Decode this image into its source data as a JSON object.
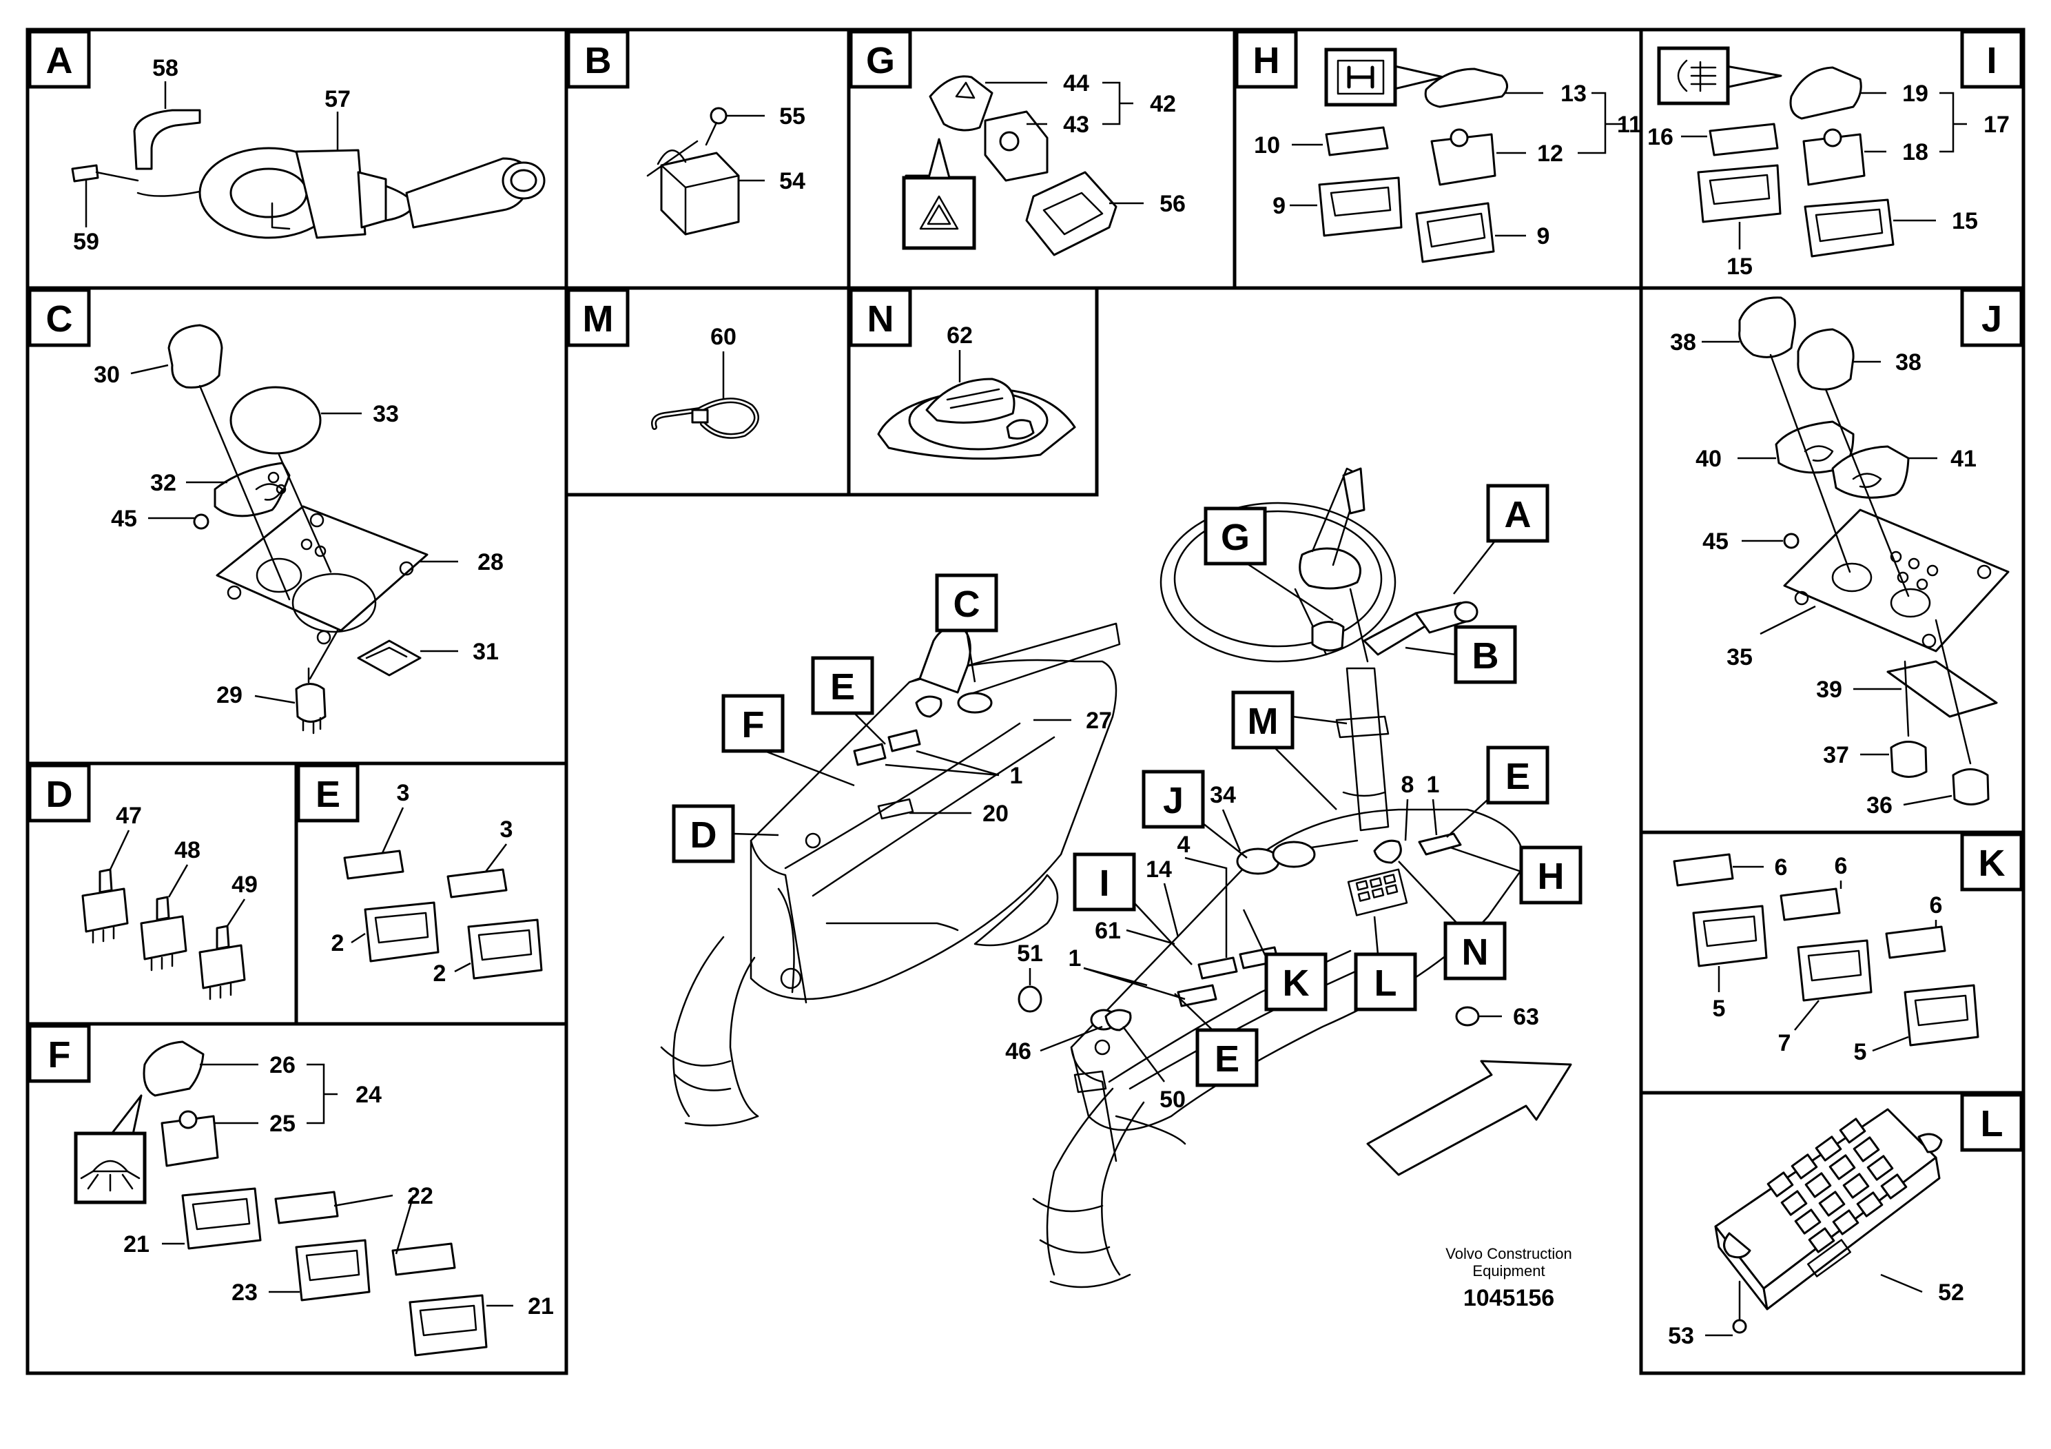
{
  "panels": [
    {
      "letter": "A",
      "numbers": [
        "58",
        "57",
        "59"
      ]
    },
    {
      "letter": "B",
      "numbers": [
        "55",
        "54"
      ]
    },
    {
      "letter": "G",
      "numbers": [
        "44",
        "43",
        "42",
        "56"
      ]
    },
    {
      "letter": "H",
      "numbers": [
        "13",
        "12",
        "11",
        "10",
        "9",
        "9"
      ]
    },
    {
      "letter": "I",
      "numbers": [
        "19",
        "18",
        "17",
        "16",
        "15",
        "15"
      ]
    },
    {
      "letter": "C",
      "numbers": [
        "30",
        "33",
        "32",
        "45",
        "28",
        "31",
        "29"
      ]
    },
    {
      "letter": "M",
      "numbers": [
        "60"
      ]
    },
    {
      "letter": "N",
      "numbers": [
        "62"
      ]
    },
    {
      "letter": "J",
      "numbers": [
        "38",
        "38",
        "40",
        "41",
        "45",
        "35",
        "39",
        "37",
        "36"
      ]
    },
    {
      "letter": "D",
      "numbers": [
        "47",
        "48",
        "49"
      ]
    },
    {
      "letter": "E",
      "numbers": [
        "3",
        "3",
        "2",
        "2"
      ]
    },
    {
      "letter": "K",
      "numbers": [
        "6",
        "6",
        "6",
        "5",
        "7",
        "5"
      ]
    },
    {
      "letter": "F",
      "numbers": [
        "26",
        "25",
        "24",
        "22",
        "21",
        "23",
        "21"
      ]
    },
    {
      "letter": "L",
      "numbers": [
        "52",
        "53"
      ]
    }
  ],
  "overview": {
    "callouts": [
      "C",
      "E",
      "F",
      "D",
      "G",
      "A",
      "B",
      "M",
      "J",
      "E",
      "H",
      "I",
      "K",
      "L",
      "N",
      "E"
    ],
    "numbers": [
      "27",
      "1",
      "20",
      "34",
      "8",
      "1",
      "4",
      "14",
      "61",
      "1",
      "51",
      "46",
      "50",
      "63"
    ]
  },
  "credit": {
    "line1": "Volvo Construction",
    "line2": "Equipment",
    "doc_number": "1045156"
  },
  "icons": [
    "hazard-warning-icon",
    "differential-lock-icon",
    "rear-fog-lamp-icon",
    "work-light-icon",
    "direction-arrow-icon"
  ]
}
